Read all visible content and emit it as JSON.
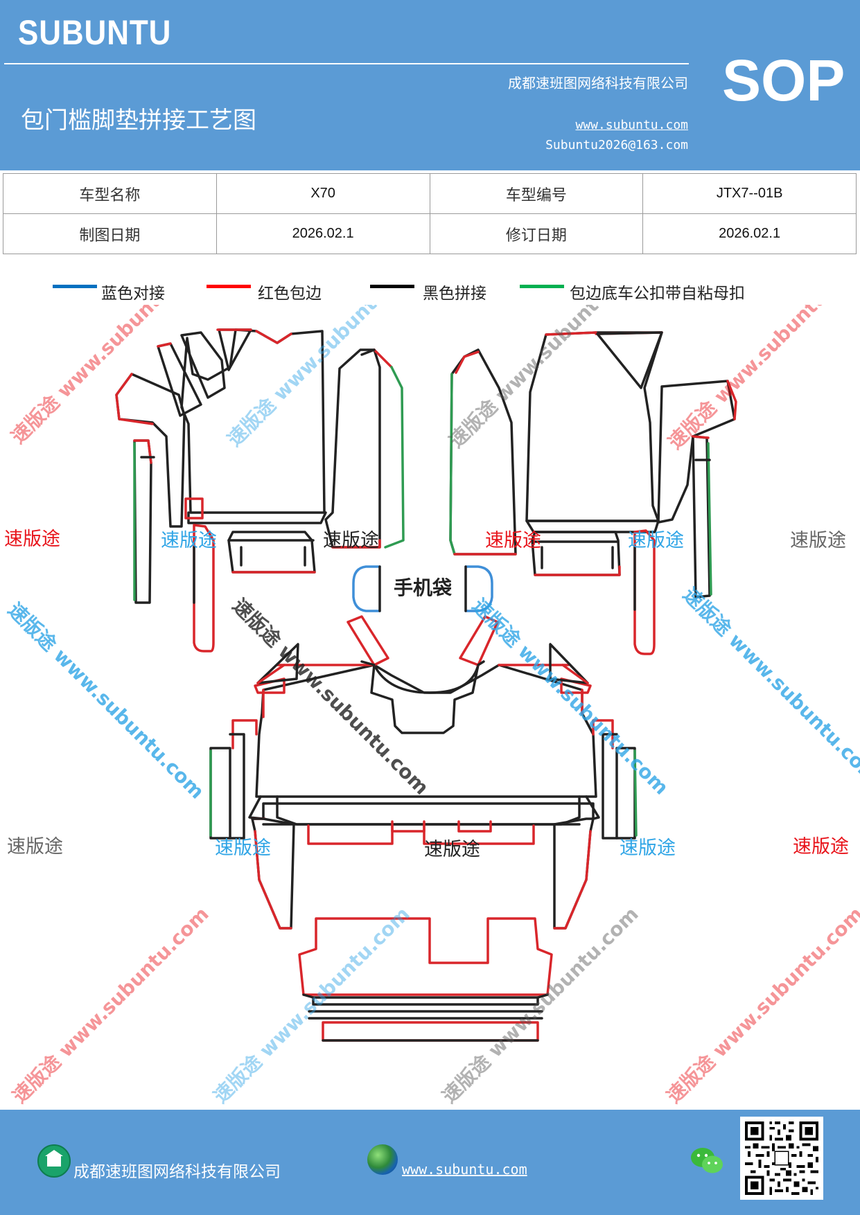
{
  "header": {
    "brand": "SUBUNTU",
    "company": "成都速班图网络科技有限公司",
    "title": "包门槛脚垫拼接工艺图",
    "website": "www.subuntu.com",
    "email": "Subuntu2026@163.com",
    "badge": "SOP"
  },
  "info_table": {
    "rows": [
      [
        "车型名称",
        "X70",
        "车型编号",
        "JTX7--01B"
      ],
      [
        "制图日期",
        "2026.02.1",
        "修订日期",
        "2026.02.1"
      ]
    ]
  },
  "legend": [
    {
      "label": "蓝色对接",
      "color": "#0070c0"
    },
    {
      "label": "红色包边",
      "color": "#ff0000"
    },
    {
      "label": "黑色拼接",
      "color": "#000000"
    },
    {
      "label": "包边底车公扣带自粘母扣",
      "color": "#00b050"
    }
  ],
  "drawing": {
    "phone_pocket_label": "手机袋",
    "colors": {
      "outline": "#222222",
      "edge": "#d9262b",
      "join": "#3f8fd8",
      "velcro": "#2f9b52"
    }
  },
  "watermarks": {
    "stamp": "速版途",
    "diagonal": "速版途 www.subuntu.com",
    "stamp_colors": [
      "#e8141b",
      "#30a5e6",
      "#555555"
    ]
  },
  "footer": {
    "company": "成都速班图网络科技有限公司",
    "website": "www.subuntu.com "
  }
}
